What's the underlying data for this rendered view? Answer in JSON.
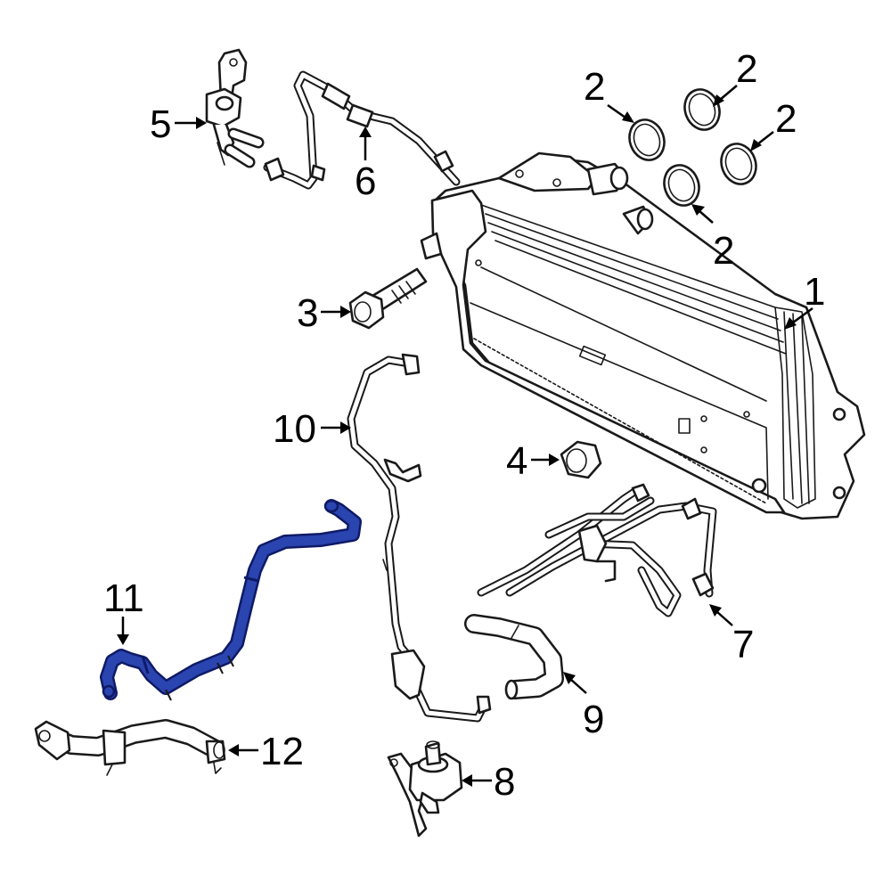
{
  "colors": {
    "highlight": "#2a44b0",
    "highlight_outline": "#0f1a66",
    "line": "#1a1a1a",
    "background": "#ffffff"
  },
  "callouts": [
    {
      "id": "1",
      "label": "1"
    },
    {
      "id": "2a",
      "label": "2"
    },
    {
      "id": "2b",
      "label": "2"
    },
    {
      "id": "2c",
      "label": "2"
    },
    {
      "id": "2d",
      "label": "2"
    },
    {
      "id": "3",
      "label": "3"
    },
    {
      "id": "4",
      "label": "4"
    },
    {
      "id": "5",
      "label": "5"
    },
    {
      "id": "6",
      "label": "6"
    },
    {
      "id": "7",
      "label": "7"
    },
    {
      "id": "8",
      "label": "8"
    },
    {
      "id": "9",
      "label": "9"
    },
    {
      "id": "10",
      "label": "10"
    },
    {
      "id": "11",
      "label": "11"
    },
    {
      "id": "12",
      "label": "12"
    }
  ],
  "highlighted_part": "11"
}
